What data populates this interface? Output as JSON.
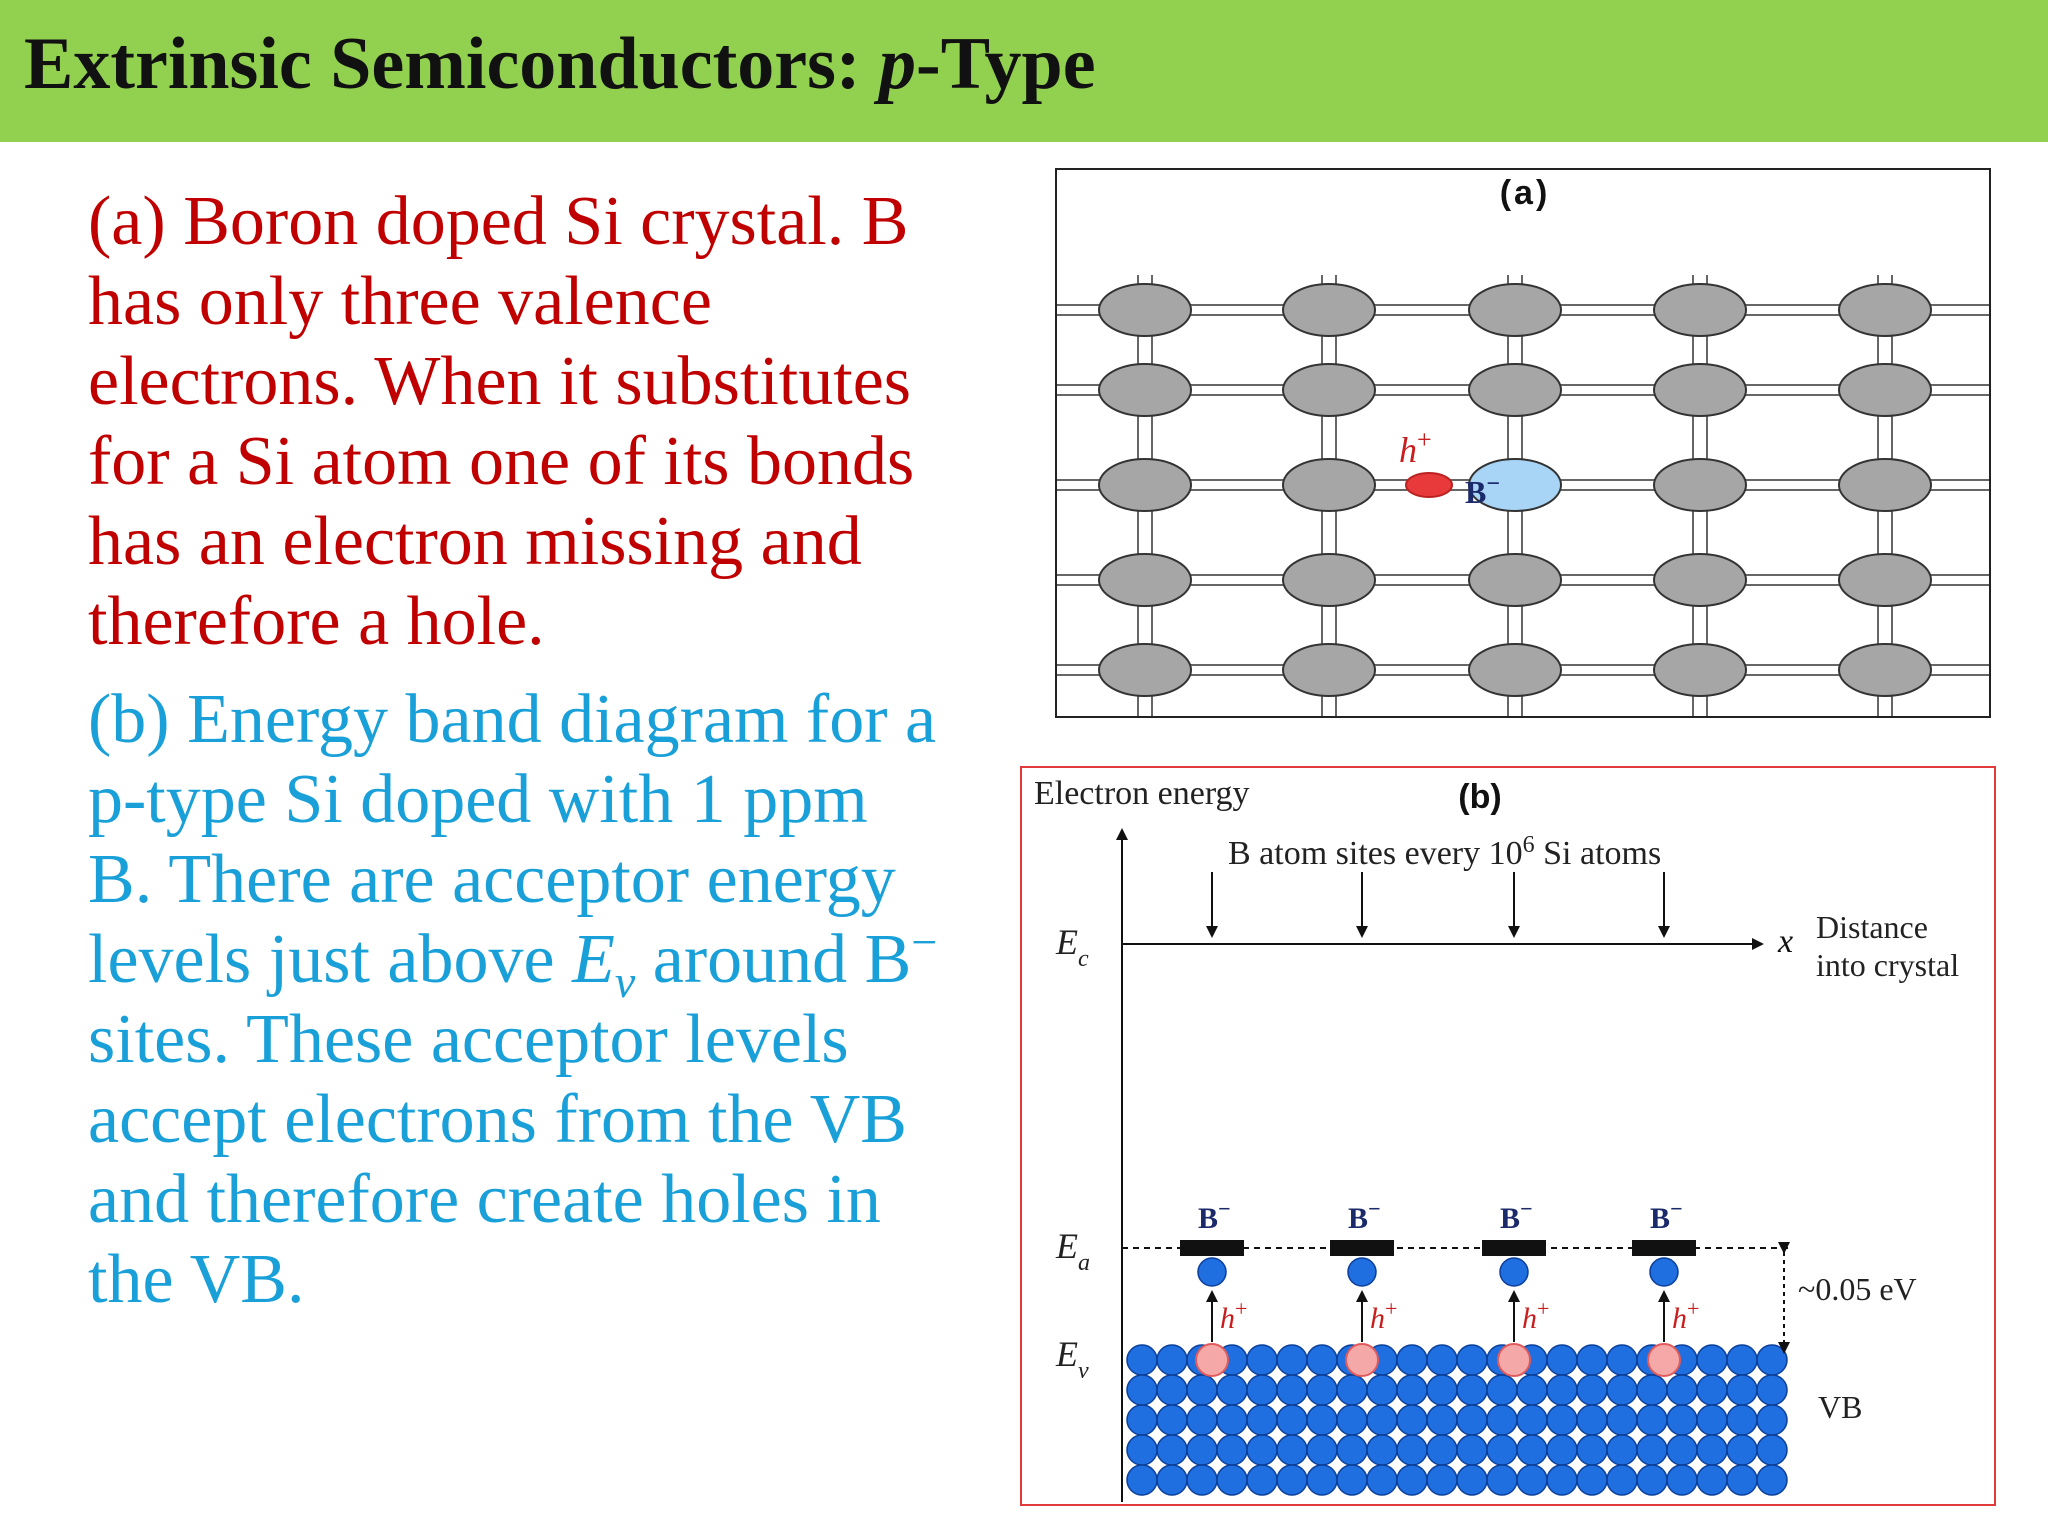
{
  "slide": {
    "title_main": "Extrinsic Semiconductors: ",
    "title_italic": "p",
    "title_suffix": "-Type"
  },
  "text_a": {
    "lines": [
      "(a) Boron doped Si crystal. B",
      "has only three valence",
      "electrons. When it substitutes",
      "for a Si atom one of its bonds",
      "has an electron missing and",
      "therefore a hole."
    ],
    "color": "#c00000"
  },
  "text_b": {
    "line1": "(b) Energy band diagram for a",
    "line2": "p-type Si doped with 1 ppm",
    "line3": "B. There are acceptor energy",
    "line4_pre": "levels just above ",
    "line4_E": "E",
    "line4_sub": "v",
    "line4_post": " around B",
    "line4_sup": "−",
    "line5": "sites. These acceptor levels",
    "line6": "accept electrons from the VB",
    "line7": "and therefore create holes in",
    "line8": "the VB.",
    "color": "#1aa0d8"
  },
  "figure_a": {
    "label": "(a)",
    "hole_label": "h",
    "hole_sup": "+",
    "dopant_label": "B",
    "dopant_sup": "−",
    "atom_color": "#a6a6a6",
    "dopant_color": "#a8d4f5",
    "hole_color": "#e83a3a"
  },
  "figure_b": {
    "label": "(b)",
    "y_axis_label": "Electron energy",
    "sites_label_pre": "B atom sites every 10",
    "sites_label_sup": "6",
    "sites_label_post": " Si atoms",
    "x_symbol": "x",
    "distance_line1": "Distance",
    "distance_line2": "into crystal",
    "Ec_E": "E",
    "Ec_sub": "c",
    "Ea_E": "E",
    "Ea_sub": "a",
    "Ev_E": "E",
    "Ev_sub": "v",
    "acceptor_labels": [
      "B",
      "B",
      "B",
      "B"
    ],
    "acceptor_sup": "−",
    "hole_label": "h",
    "hole_sup": "+",
    "energy_gap": "~0.05 eV",
    "band_label": "VB",
    "electron_color": "#1f6fe0",
    "hole_color": "#f4a8a8"
  }
}
